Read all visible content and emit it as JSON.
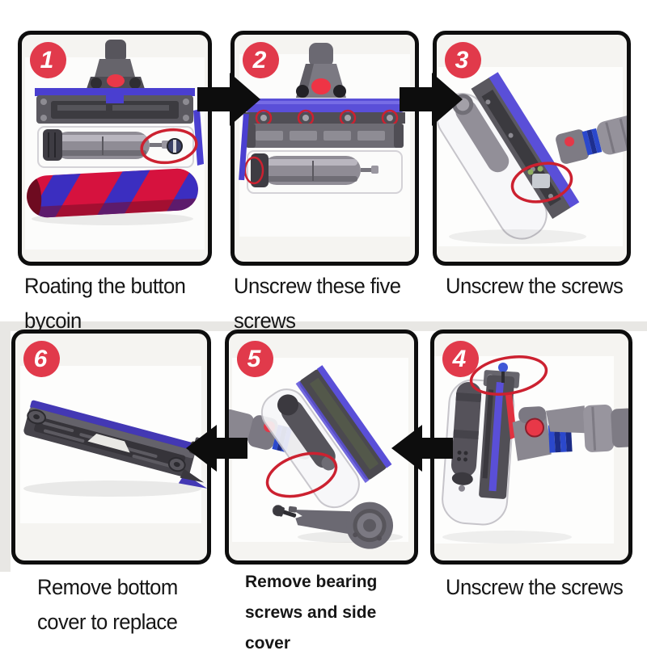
{
  "title": "Vacuum cleaner head disassembly instructions",
  "colors": {
    "badge-red": "#e13a4b",
    "annotation-red": "#cc2130",
    "purple": "#4a3fd0",
    "indigo": "#5a4fd8",
    "roller-red": "#d6123e",
    "arrow-black": "#0d0d0d",
    "panel-bg": "#f5f4f1",
    "band-gray": "#e8e7e4",
    "caption-black": "#161616"
  },
  "steps": [
    {
      "number": "1",
      "caption": "Roating the button\nbycoin"
    },
    {
      "number": "2",
      "caption": "Unscrew these five\nscrews"
    },
    {
      "number": "3",
      "caption": "Unscrew the screws"
    },
    {
      "number": "4",
      "caption": "Unscrew the screws"
    },
    {
      "number": "5",
      "caption": "Remove bearing\nscrews and side\ncover"
    },
    {
      "number": "6",
      "caption": "Remove bottom\ncover to replace"
    }
  ]
}
